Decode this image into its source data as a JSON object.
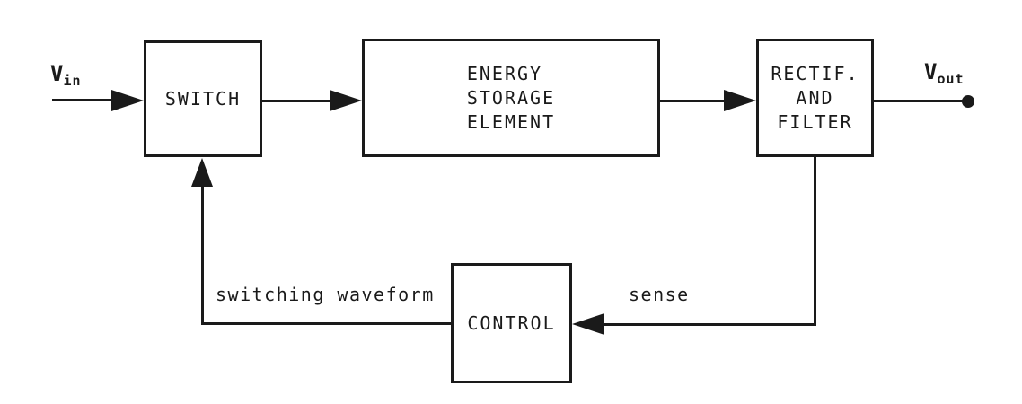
{
  "blocks": {
    "switch": {
      "label": "SWITCH"
    },
    "energy": {
      "line1": "ENERGY",
      "line2": "STORAGE",
      "line3": "ELEMENT"
    },
    "rectifier": {
      "line1": "RECTIF.",
      "line2": "AND",
      "line3": "FILTER"
    },
    "control": {
      "label": "CONTROL"
    }
  },
  "signals": {
    "vin": {
      "base": "V",
      "sub": "in"
    },
    "vout": {
      "base": "V",
      "sub": "out"
    }
  },
  "edge_labels": {
    "switching_waveform": "switching waveform",
    "sense": "sense"
  },
  "colors": {
    "ink": "#1a1a1a",
    "background": "#ffffff"
  }
}
